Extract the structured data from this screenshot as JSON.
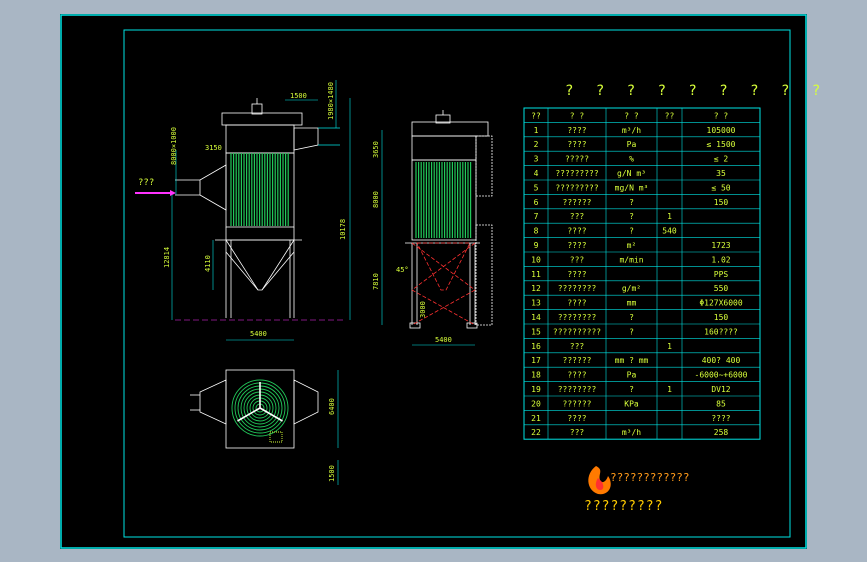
{
  "title": "? ? ? ? ? ? ? ? ?",
  "table": {
    "headers": [
      "??",
      "?  ?",
      "?  ?",
      "??",
      "?  ?"
    ],
    "rows": [
      [
        "1",
        "????",
        "m³/h",
        "",
        "105000"
      ],
      [
        "2",
        "????",
        "Pa",
        "",
        "≤ 1500"
      ],
      [
        "3",
        "?????",
        "%",
        "",
        "≤ 2"
      ],
      [
        "4",
        "?????????",
        "g/N m³",
        "",
        "35"
      ],
      [
        "5",
        "?????????",
        "mg/N m³",
        "",
        "≤ 50"
      ],
      [
        "6",
        "??????",
        "?",
        "",
        "150"
      ],
      [
        "7",
        "???",
        "?",
        "1",
        ""
      ],
      [
        "8",
        "????",
        "?",
        "540",
        ""
      ],
      [
        "9",
        "????",
        "m²",
        "",
        "1723"
      ],
      [
        "10",
        "???",
        "m/min",
        "",
        "1.02"
      ],
      [
        "11",
        "????",
        "",
        "",
        "PPS"
      ],
      [
        "12",
        "????????",
        "g/m²",
        "",
        "550"
      ],
      [
        "13",
        "????",
        "mm",
        "",
        "Φ127X6000"
      ],
      [
        "14",
        "????????",
        "?",
        "",
        "150"
      ],
      [
        "15",
        "??????????",
        "?",
        "",
        "160????"
      ],
      [
        "16",
        "???",
        "",
        "1",
        ""
      ],
      [
        "17",
        "??????",
        "mm ? mm",
        "",
        "400? 400"
      ],
      [
        "18",
        "????",
        "Pa",
        "",
        "-6000~+6000"
      ],
      [
        "19",
        "????????",
        "?",
        "1",
        "DV12"
      ],
      [
        "20",
        "??????",
        "KPa",
        "",
        "85"
      ],
      [
        "21",
        "????",
        "",
        "",
        "????"
      ],
      [
        "22",
        "???",
        "m³/h",
        "",
        "258"
      ]
    ]
  },
  "annotations": {
    "inlet_label": "???",
    "dim_top_width": "1500",
    "dim_side": "1980×1480",
    "dim_left": "3150",
    "dim_outlet": "8000×1000",
    "dim_total": "10178",
    "dim_mid": "12814",
    "dim_hopper": "4110",
    "dim_base": "5400",
    "dim_side_view_top": "3650",
    "dim_side_view_mid": "8000",
    "dim_side_view_low": "7810",
    "dim_side_view_leg": "3000",
    "dim_side_view_base": "5400",
    "dim_plan_height": "6400",
    "dim_plan_low": "1500",
    "angle": "45°"
  },
  "logo": {
    "line1": "????????????",
    "line2": "?????????"
  },
  "colors": {
    "sheet": "#000000",
    "frame": "#00e5e5",
    "text": "#d8ff3a",
    "bags": "#22c85a",
    "arrow": "#ff33ff",
    "logo": "#ff7a00",
    "red": "#ff3030"
  }
}
